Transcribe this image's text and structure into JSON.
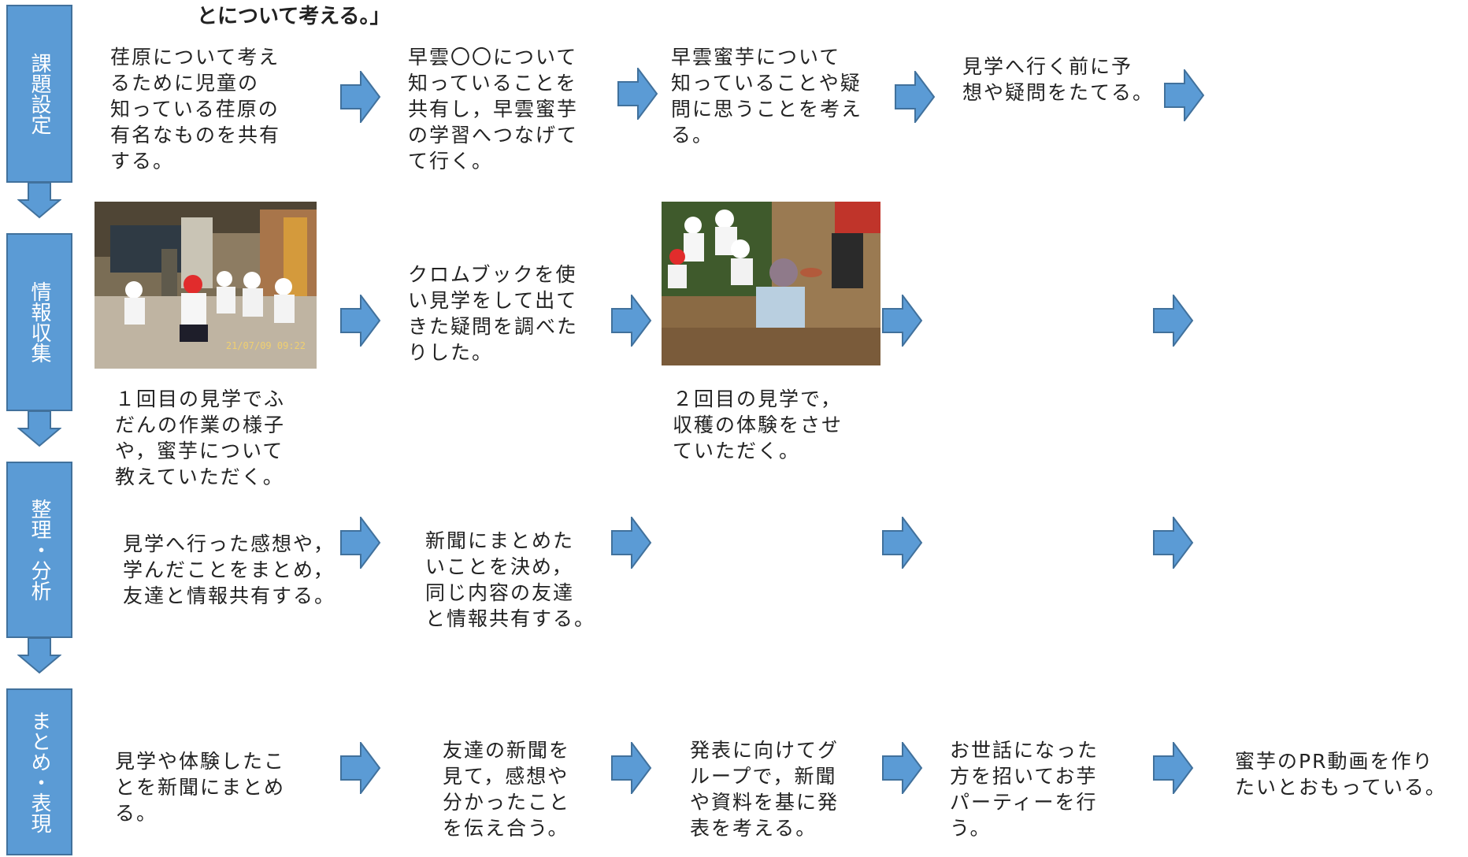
{
  "title": "とについて考える。」",
  "stages": [
    {
      "label": "課題設定"
    },
    {
      "label": "情報収集"
    },
    {
      "label": "整理・分析"
    },
    {
      "label": "まとめ・表現"
    }
  ],
  "row1": {
    "s1": "荏原について考え\nるために児童の\n知っている荏原の\n有名なものを共有\nする。",
    "s2": "早雲〇〇について\n知っていることを\n共有し，早雲蜜芋\nの学習へつなげて\nて行く。",
    "s3": "早雲蜜芋について\n知っていることや疑\n問に思うことを考え\nる。",
    "s4": "見学へ行く前に予\n想や疑問をたてる。"
  },
  "row2": {
    "caption1": "１回目の見学でふ\nだんの作業の様子\nや，蜜芋について\n教えていただく。",
    "s2": "クロムブックを使\nい見学をして出て\nきた疑問を調べた\nりした。",
    "caption3": "２回目の見学で，\n収穫の体験をさせ\nていただく。",
    "photo1_stamp": "21/07/09 09:22"
  },
  "row3": {
    "s1": "見学へ行った感想や，\n学んだことをまとめ，\n友達と情報共有する。",
    "s2": "新聞にまとめた\nいことを決め，\n同じ内容の友達\nと情報共有する。"
  },
  "row4": {
    "s1": "見学や体験したこ\nとを新聞にまとめ\nる。",
    "s2": "友達の新聞を\n見て，感想や\n分かったこと\nを伝え合う。",
    "s3": "発表に向けてグ\nループで，新聞\nや資料を基に発\n表を考える。",
    "s4": "お世話になった\n方を招いてお芋\nパーティーを行\nう。",
    "s5": "蜜芋のPR動画を作り\nたいとおもっている。"
  },
  "colors": {
    "stage_fill": "#5B9BD5",
    "stage_border": "#41719C",
    "arrow_fill": "#5B9BD5"
  }
}
